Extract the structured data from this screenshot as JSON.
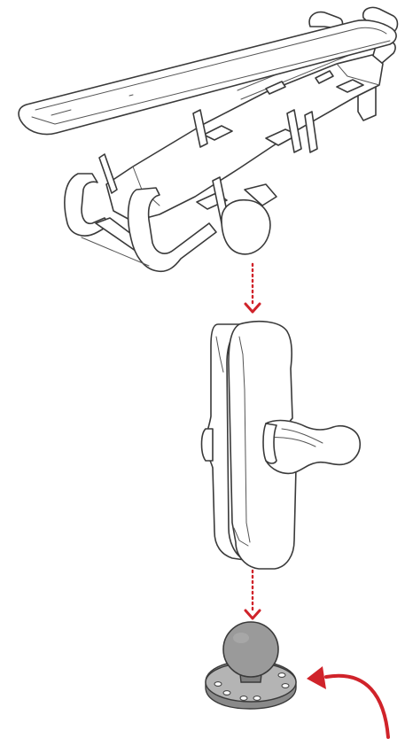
{
  "diagram": {
    "type": "mount assembly illustration",
    "components": [
      "tablet-cradle-with-device",
      "double-socket-arm",
      "ball-base"
    ]
  },
  "colors": {
    "line": "#3a3a3a",
    "arrow": "#d0232a",
    "ball_fill": "#9a9a9a",
    "base_fill": "#8a8a8a",
    "background": "#ffffff"
  },
  "icons": {
    "down_arrow_1": "dotted-down-arrow",
    "down_arrow_2": "dotted-down-arrow",
    "rotate_arrow": "curved-arrow"
  }
}
